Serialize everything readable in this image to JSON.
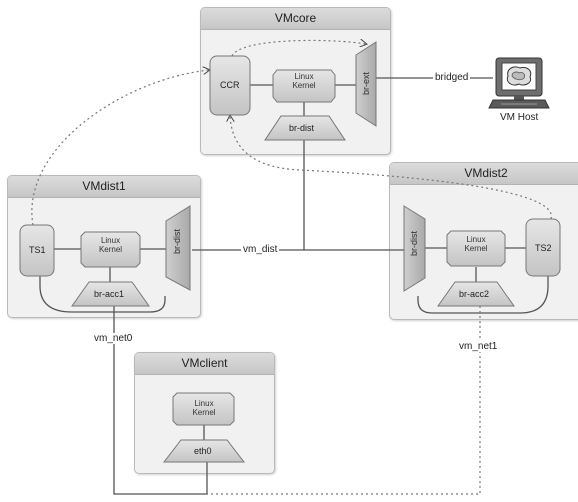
{
  "vms": {
    "core": "VMcore",
    "dist1": "VMdist1",
    "dist2": "VMdist2",
    "client": "VMclient"
  },
  "nodes": {
    "ccr": "CCR",
    "linux_kernel": "Linux\nKernel",
    "br_ext": "br-ext",
    "br_dist": "br-dist",
    "ts1": "TS1",
    "ts2": "TS2",
    "br_acc1": "br-acc1",
    "br_acc2": "br-acc2",
    "eth0": "eth0",
    "vm_host": "VM Host"
  },
  "links": {
    "bridged": "bridged",
    "vm_dist": "vm_dist",
    "vm_net0": "vm_net0",
    "vm_net1": "vm_net1"
  },
  "icons": {
    "vm_host": "computer-monitor-icon"
  }
}
